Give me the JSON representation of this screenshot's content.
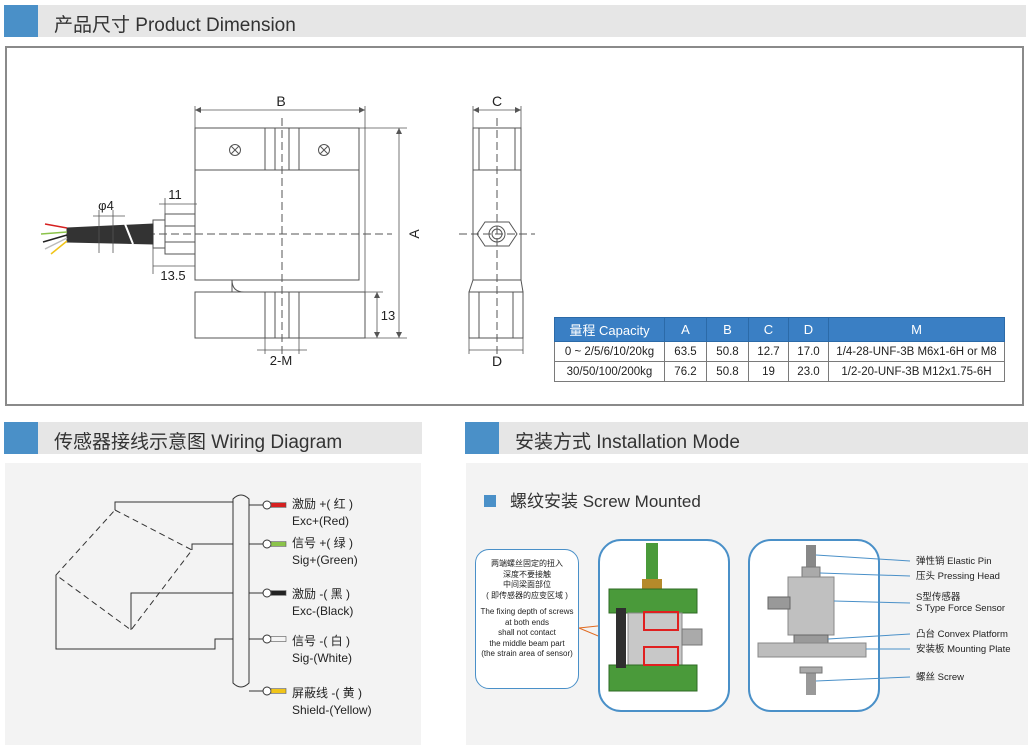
{
  "sections": {
    "dimension": {
      "title": "产品尺寸 Product Dimension"
    },
    "wiring": {
      "title": "传感器接线示意图 Wiring Diagram"
    },
    "installation": {
      "title": "安装方式 Installation Mode"
    }
  },
  "drawing": {
    "label_b": "B",
    "label_c": "C",
    "label_a": "A",
    "label_d": "D",
    "label_phi4": "φ4",
    "label_11": "11",
    "label_13_5": "13.5",
    "label_13": "13",
    "label_2m": "2-M"
  },
  "spec_table": {
    "headers": [
      "量程 Capacity",
      "A",
      "B",
      "C",
      "D",
      "M"
    ],
    "rows": [
      [
        "0 ~ 2/5/6/10/20kg",
        "63.5",
        "50.8",
        "12.7",
        "17.0",
        "1/4-28-UNF-3B M6x1-6H or M8"
      ],
      [
        "30/50/100/200kg",
        "76.2",
        "50.8",
        "19",
        "23.0",
        "1/2-20-UNF-3B M12x1.75-6H"
      ]
    ]
  },
  "wiring": {
    "wires": [
      {
        "cn": "激励 +( 红 )",
        "en": "Exc+(Red)",
        "color": "#d62020"
      },
      {
        "cn": "信号 +( 绿 )",
        "en": "Sig+(Green)",
        "color": "#8bc34a"
      },
      {
        "cn": "激励 -( 黑 )",
        "en": "Exc-(Black)",
        "color": "#222222"
      },
      {
        "cn": "信号 -( 白 )",
        "en": "Sig-(White)",
        "color": "#f4f4f4"
      },
      {
        "cn": "屏蔽线 -( 黄 )",
        "en": "Shield-(Yellow)",
        "color": "#f0c419"
      }
    ]
  },
  "installation": {
    "subtitle": "螺纹安装 Screw Mounted",
    "note_cn": [
      "两端螺丝固定的扭入",
      "深度不要接触",
      "中间梁面部位",
      "( 即传感器的应变区域 )"
    ],
    "note_en": [
      "The fixing depth of screws",
      "at both ends",
      "shall not contact",
      "the middle beam part",
      "(the strain area of sensor)"
    ],
    "parts": [
      "弹性销 Elastic Pin",
      "压头 Pressing Head",
      "S型传感器",
      "S Type Force Sensor",
      "凸台 Convex Platform",
      "安装板 Mounting Plate",
      "螺丝 Screw"
    ]
  },
  "colors": {
    "accent": "#4a90c8",
    "table_header": "#3a7fc4",
    "header_bg": "#e6e6e6",
    "highlight": "#e02020",
    "green_block": "#4a9a3a"
  }
}
